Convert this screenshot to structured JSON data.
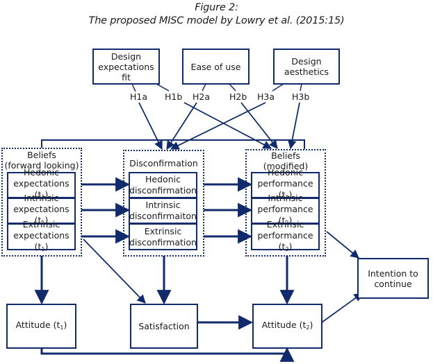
{
  "figure": {
    "label": "Figure 2:",
    "caption": "The proposed MISC model by Lowry et al. (2015:15)"
  },
  "colors": {
    "line": "#102a6b",
    "text": "#1a1a1a",
    "background": "#ffffff"
  },
  "antecedents": [
    {
      "id": "design-expectations-fit",
      "label": "Design\nexpectations\nfit"
    },
    {
      "id": "ease-of-use",
      "label": "Ease of use"
    },
    {
      "id": "design-aesthetics",
      "label": "Design\naesthetics"
    }
  ],
  "hypotheses": [
    "H1a",
    "H1b",
    "H2a",
    "H2b",
    "H3a",
    "H3b"
  ],
  "groups": {
    "beliefs_forward": {
      "title": "Beliefs\n(forward looking)",
      "items": [
        {
          "line1": "Hedonic",
          "line2": "expectations (t",
          "sub": "1",
          "close": ")"
        },
        {
          "line1": "Intrinsic",
          "line2": "expectations (t",
          "sub": "1",
          "close": ")"
        },
        {
          "line1": "Extrinsic",
          "line2": "expectations (t",
          "sub": "1",
          "close": ")"
        }
      ]
    },
    "disconfirmation": {
      "title": "Disconfirmation",
      "items": [
        {
          "line1": "Hedonic",
          "line2": "disconfirmation"
        },
        {
          "line1": "Intrinsic",
          "line2": "disconfirmaiton"
        },
        {
          "line1": "Extrinsic",
          "line2": "disconfirmation"
        }
      ]
    },
    "beliefs_modified": {
      "title": "Beliefs\n(modified)",
      "items": [
        {
          "line1": "Hedonic",
          "line2": "performance (t",
          "sub": "2",
          "close": ")"
        },
        {
          "line1": "Intrinsic",
          "line2": "performance (t",
          "sub": "2",
          "close": ")"
        },
        {
          "line1": "Extrinsic",
          "line2": "performance (t",
          "sub": "2",
          "close": ")"
        }
      ]
    }
  },
  "outcomes": {
    "attitude_t1": {
      "text": "Attitude (t",
      "sub": "1",
      "close": ")"
    },
    "satisfaction": {
      "text": "Satisfaction"
    },
    "attitude_t2": {
      "text": "Attitude (t",
      "sub": "2",
      "close": ")"
    },
    "intention": {
      "label": "Intention to\ncontinue"
    }
  }
}
